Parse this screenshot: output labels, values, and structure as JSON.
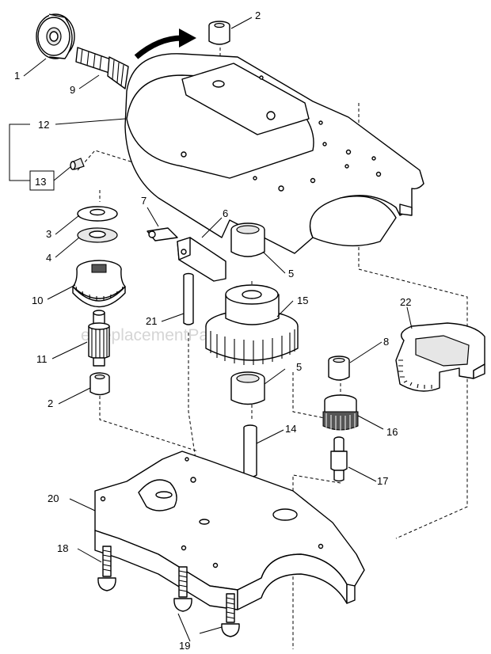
{
  "watermark": "eReplacementParts.com",
  "callouts": {
    "c1": "1",
    "c2a": "2",
    "c2b": "2",
    "c3": "3",
    "c4": "4",
    "c5a": "5",
    "c5b": "5",
    "c6": "6",
    "c7": "7",
    "c8": "8",
    "c9": "9",
    "c10": "10",
    "c11": "11",
    "c12": "12",
    "c13": "13",
    "c14": "14",
    "c15": "15",
    "c16": "16",
    "c17": "17",
    "c18": "18",
    "c19": "19",
    "c20": "20",
    "c21": "21",
    "c22": "22"
  }
}
